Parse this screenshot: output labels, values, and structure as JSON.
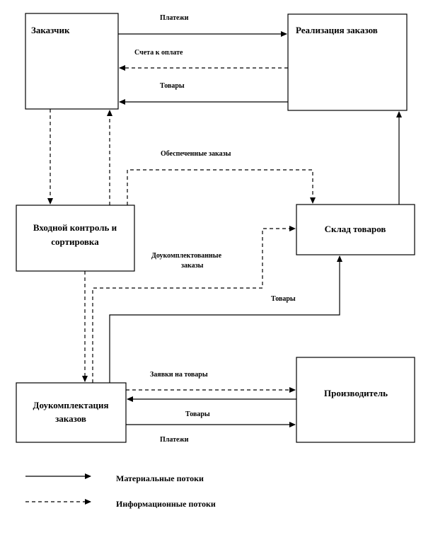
{
  "boxes": {
    "customer": "Заказчик",
    "order_fulfillment": "Реализация заказов",
    "incoming_control_line1": "Входной контроль и",
    "incoming_control_line2": "сортировка",
    "warehouse": "Склад товаров",
    "completion_line1": "Доукомплектация",
    "completion_line2": "заказов",
    "manufacturer": "Производитель"
  },
  "flows": {
    "payments_top": "Платежи",
    "invoices": "Счета к оплате",
    "goods_top": "Товары",
    "secured_orders": "Обеспеченные заказы",
    "completed_orders_line1": "Доукомплектованные",
    "completed_orders_line2": "заказы",
    "goods_middle": "Товары",
    "goods_requests": "Заявки на товары",
    "goods_bottom": "Товары",
    "payments_bottom": "Платежи"
  },
  "legend": {
    "material": "Материальные потоки",
    "information": "Информационные потоки"
  }
}
